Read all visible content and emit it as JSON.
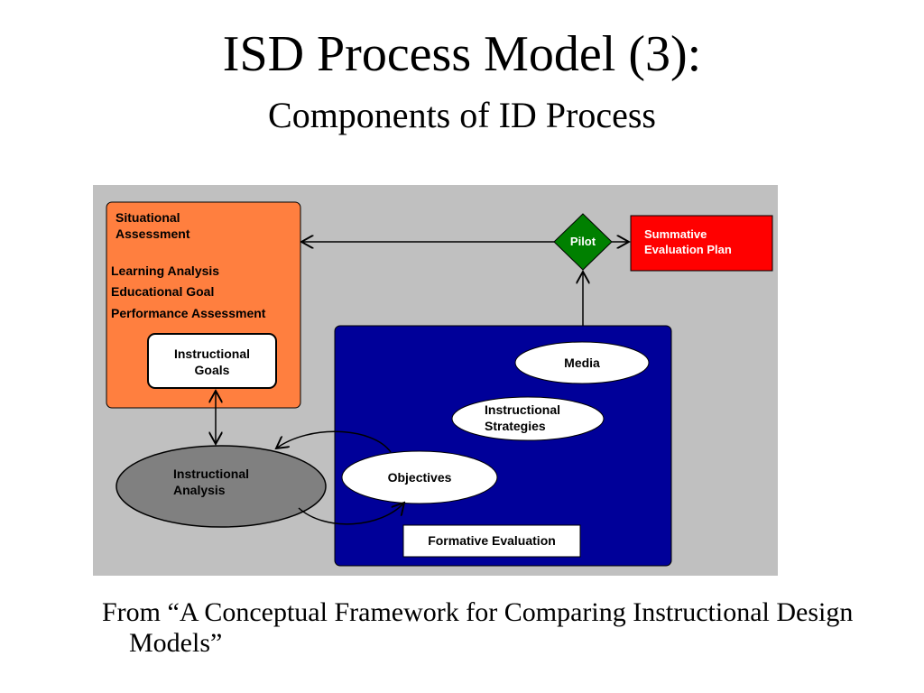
{
  "title": "ISD Process Model (3):",
  "subtitle": "Components of ID Process",
  "diagram": {
    "situational": {
      "heading": "Situational\nAssessment",
      "items": [
        "Learning Analysis",
        "Educational Goal",
        "Performance Assessment"
      ]
    },
    "instructional_goals": "Instructional\nGoals",
    "instructional_analysis": "Instructional\nAnalysis",
    "pilot": "Pilot",
    "summative": "Summative\nEvaluation Plan",
    "media": "Media",
    "instructional_strategies": "Instructional\nStrategies",
    "objectives": "Objectives",
    "formative_evaluation": "Formative Evaluation",
    "colors": {
      "background": "#c0c0c0",
      "situational_box": "#ff7f3f",
      "blue_panel": "#000099",
      "pilot": "#008000",
      "summative_box": "#ff0000",
      "analysis_ellipse": "#808080"
    }
  },
  "footer": "From “A Conceptual Framework for Comparing Instructional Design Models”"
}
